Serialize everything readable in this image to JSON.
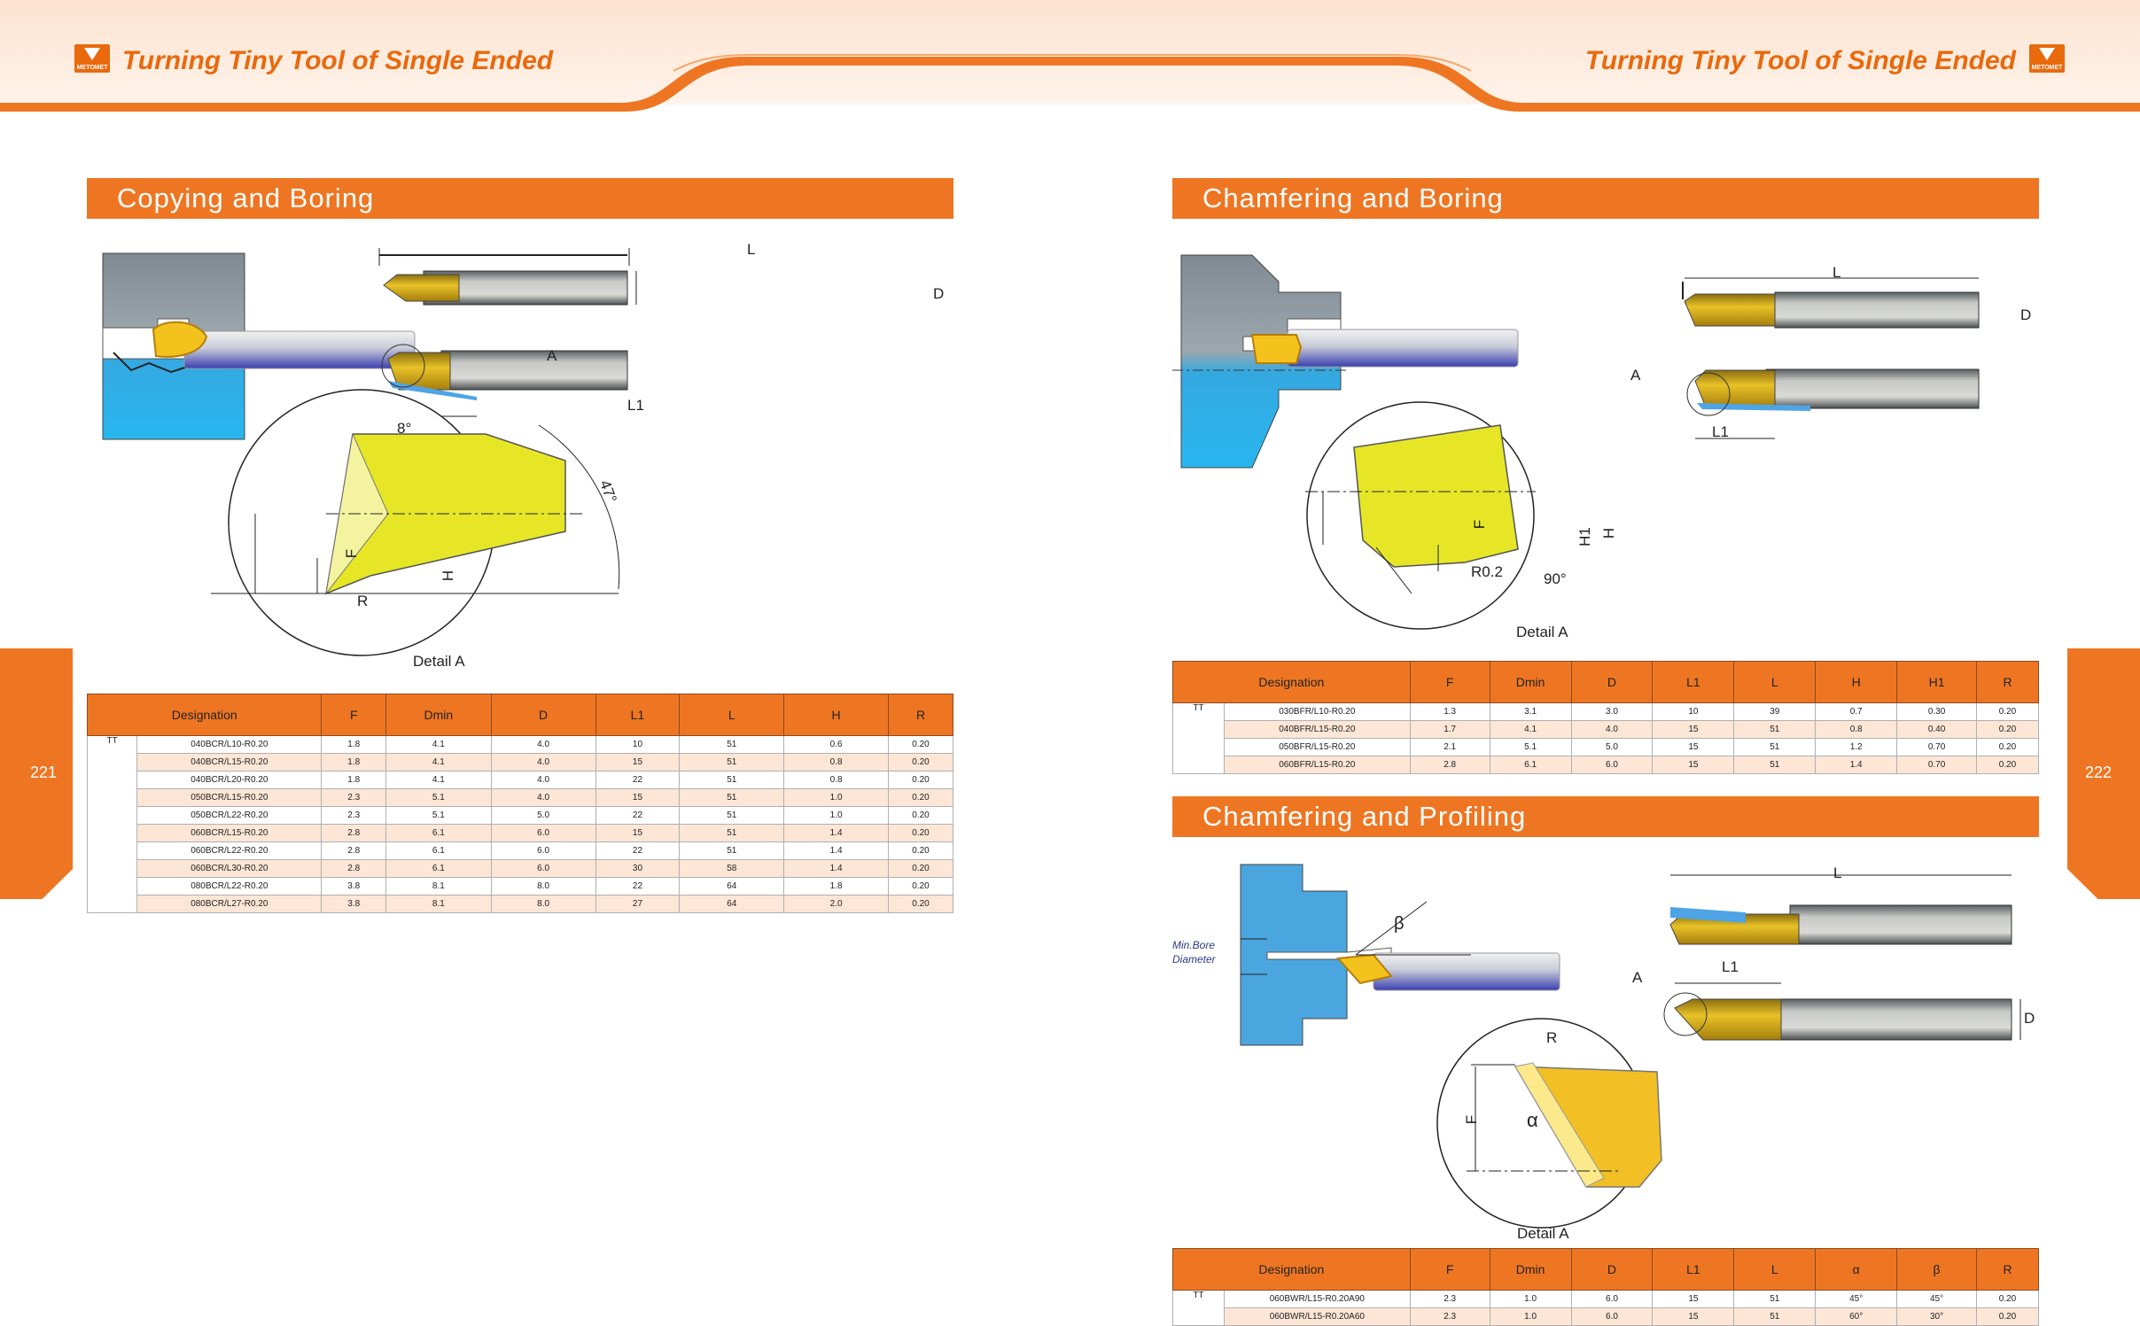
{
  "header": {
    "title_left": "Turning Tiny Tool of Single Ended",
    "title_right": "Turning Tiny Tool of Single Ended",
    "logo_text": "METOMET"
  },
  "pages": {
    "left": "221",
    "right": "222"
  },
  "colors": {
    "accent": "#ee7623",
    "row_alt": "#fde6d6",
    "header_band": "#fde9dc"
  },
  "sections": {
    "copying": {
      "title": "Copying and Boring",
      "detail_label": "Detail A",
      "labels": {
        "L": "L",
        "D": "D",
        "A": "A",
        "L1": "L1",
        "angle8": "8°",
        "angle47": "47°",
        "F": "F",
        "H": "H",
        "R": "R"
      },
      "table": {
        "headers": [
          "Designation",
          "F",
          "Dmin",
          "D",
          "L1",
          "L",
          "H",
          "R"
        ],
        "group": "TT",
        "rows": [
          [
            "040BCR/L10-R0.20",
            "1.8",
            "4.1",
            "4.0",
            "10",
            "51",
            "0.6",
            "0.20"
          ],
          [
            "040BCR/L15-R0.20",
            "1.8",
            "4.1",
            "4.0",
            "15",
            "51",
            "0.8",
            "0.20"
          ],
          [
            "040BCR/L20-R0.20",
            "1.8",
            "4.1",
            "4.0",
            "22",
            "51",
            "0.8",
            "0.20"
          ],
          [
            "050BCR/L15-R0.20",
            "2.3",
            "5.1",
            "4.0",
            "15",
            "51",
            "1.0",
            "0.20"
          ],
          [
            "050BCR/L22-R0.20",
            "2.3",
            "5.1",
            "5.0",
            "22",
            "51",
            "1.0",
            "0.20"
          ],
          [
            "060BCR/L15-R0.20",
            "2.8",
            "6.1",
            "6.0",
            "15",
            "51",
            "1.4",
            "0.20"
          ],
          [
            "060BCR/L22-R0.20",
            "2.8",
            "6.1",
            "6.0",
            "22",
            "51",
            "1.4",
            "0.20"
          ],
          [
            "060BCR/L30-R0.20",
            "2.8",
            "6.1",
            "6.0",
            "30",
            "58",
            "1.4",
            "0.20"
          ],
          [
            "080BCR/L22-R0.20",
            "3.8",
            "8.1",
            "8.0",
            "22",
            "64",
            "1.8",
            "0.20"
          ],
          [
            "080BCR/L27-R0.20",
            "3.8",
            "8.1",
            "8.0",
            "27",
            "64",
            "2.0",
            "0.20"
          ]
        ]
      }
    },
    "chamfering_boring": {
      "title": "Chamfering and Boring",
      "detail_label": "Detail A",
      "labels": {
        "L": "L",
        "D": "D",
        "A": "A",
        "L1": "L1",
        "F": "F",
        "H1": "H1",
        "H": "H",
        "R": "R0.2",
        "angle": "90°"
      },
      "table": {
        "headers": [
          "Designation",
          "F",
          "Dmin",
          "D",
          "L1",
          "L",
          "H",
          "H1",
          "R"
        ],
        "group": "TT",
        "rows": [
          [
            "030BFR/L10-R0.20",
            "1.3",
            "3.1",
            "3.0",
            "10",
            "39",
            "0.7",
            "0.30",
            "0.20"
          ],
          [
            "040BFR/L15-R0.20",
            "1.7",
            "4.1",
            "4.0",
            "15",
            "51",
            "0.8",
            "0.40",
            "0.20"
          ],
          [
            "050BFR/L15-R0.20",
            "2.1",
            "5.1",
            "5.0",
            "15",
            "51",
            "1.2",
            "0.70",
            "0.20"
          ],
          [
            "060BFR/L15-R0.20",
            "2.8",
            "6.1",
            "6.0",
            "15",
            "51",
            "1.4",
            "0.70",
            "0.20"
          ]
        ]
      }
    },
    "chamfering_profiling": {
      "title": "Chamfering and Profiling",
      "detail_label": "Detail A",
      "min_bore": [
        "Min.Bore",
        "Diameter"
      ],
      "labels": {
        "L": "L",
        "D": "D",
        "A": "A",
        "L1": "L1",
        "F": "F",
        "R": "R",
        "alpha": "α",
        "beta": "β"
      },
      "table": {
        "headers": [
          "Designation",
          "F",
          "Dmin",
          "D",
          "L1",
          "L",
          "α",
          "β",
          "R"
        ],
        "group": "TT",
        "rows": [
          [
            "060BWR/L15-R0.20A90",
            "2.3",
            "1.0",
            "6.0",
            "15",
            "51",
            "45°",
            "45°",
            "0.20"
          ],
          [
            "060BWR/L15-R0.20A60",
            "2.3",
            "1.0",
            "6.0",
            "15",
            "51",
            "60°",
            "30°",
            "0.20"
          ]
        ]
      }
    }
  }
}
